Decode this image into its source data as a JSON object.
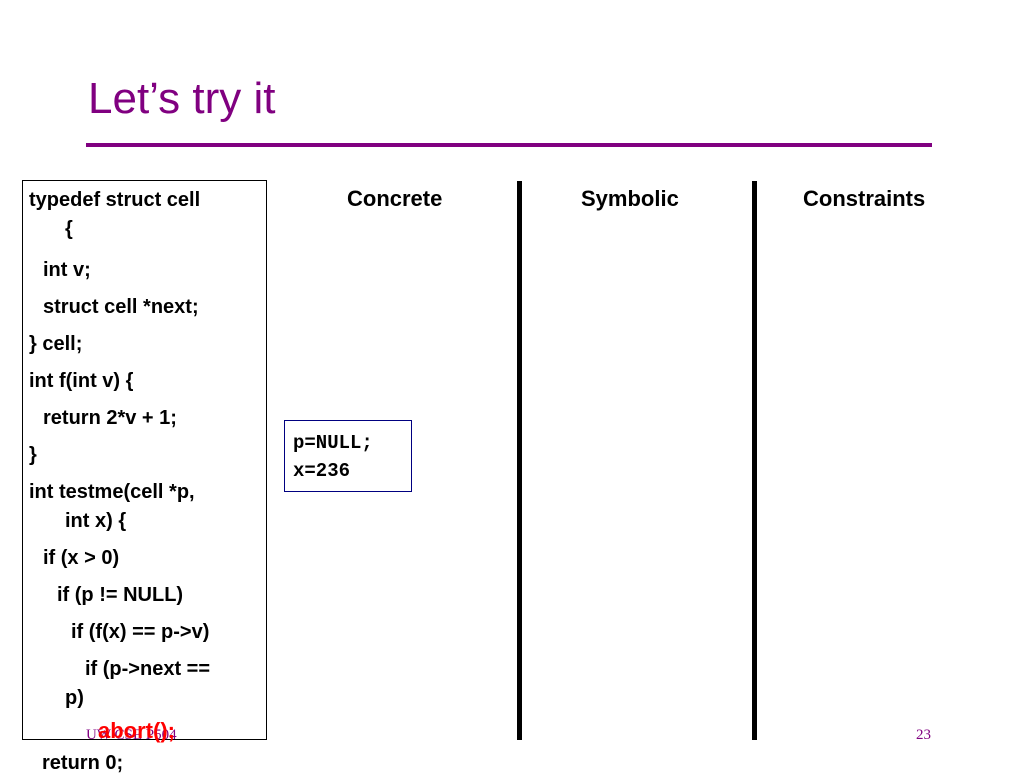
{
  "slide": {
    "title": "Let’s try it",
    "footer_left": "UW CSE P504",
    "page_number": "23"
  },
  "code": {
    "lines": [
      "typedef struct cell",
      "{",
      "int v;",
      "struct cell *next;",
      "} cell;",
      "int f(int v) {",
      "return 2*v + 1;",
      "}",
      "int testme(cell *p,",
      "int x) {",
      "if (x > 0)",
      "if (p != NULL)",
      "if (f(x) == p->v)",
      "if (p->next ==",
      "p)",
      "abort();",
      "return 0;"
    ]
  },
  "columns": {
    "concrete": "Concrete",
    "symbolic": "Symbolic",
    "constraints": "Constraints"
  },
  "concrete_state": {
    "line1": "p=NULL;",
    "line2": "x=236"
  },
  "colors": {
    "title": "#800080",
    "rule": "#800080",
    "highlight": "#ff0000",
    "box_border": "#000080"
  }
}
